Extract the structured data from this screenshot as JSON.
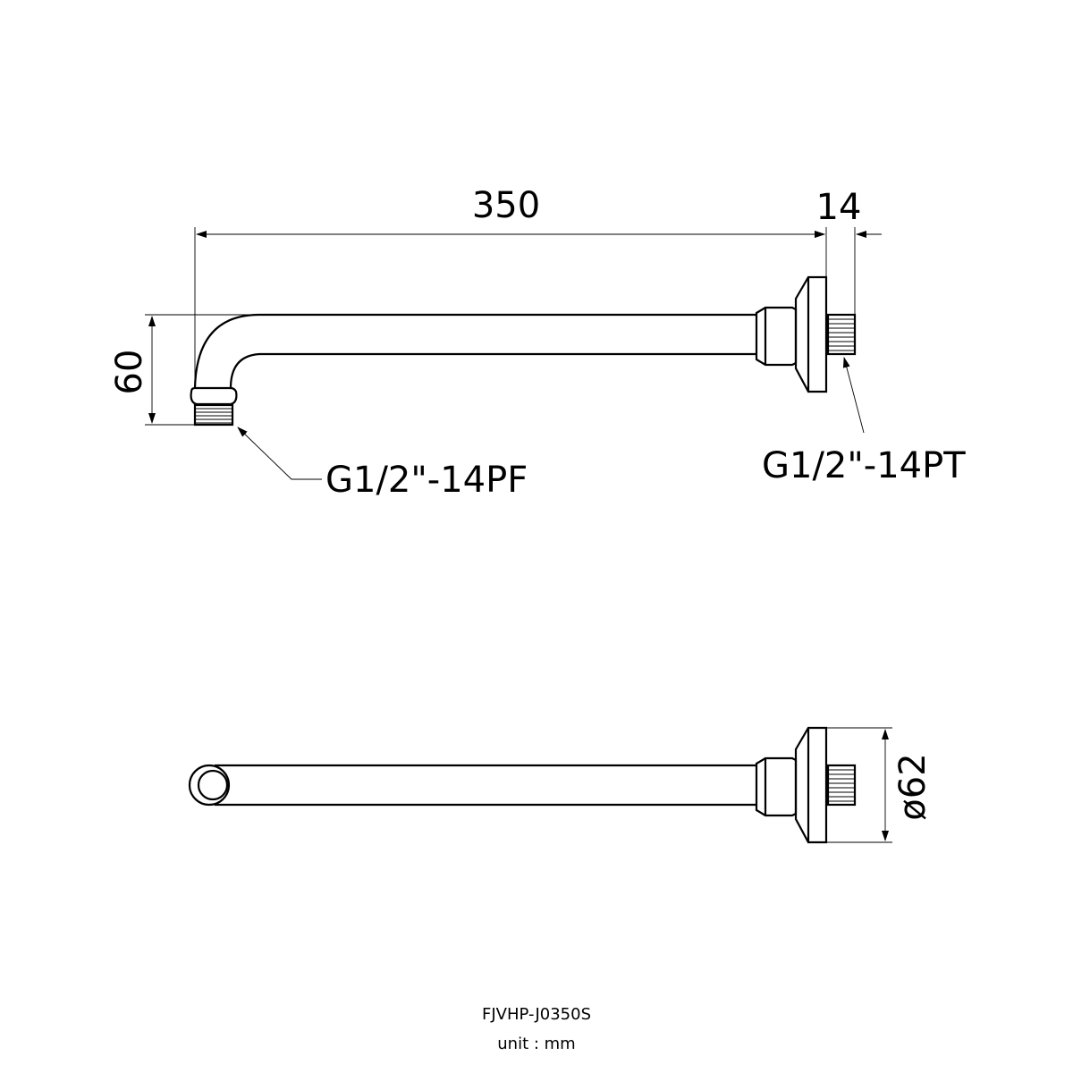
{
  "drawing": {
    "dimensions": {
      "length": "350",
      "thread_length": "14",
      "drop": "60",
      "flange_diameter": "ø62"
    },
    "thread_labels": {
      "outlet": "G1/2\"-14PF",
      "inlet": "G1/2\"-14PT"
    },
    "footer": {
      "model": "FJVHP-J0350S",
      "unit": "unit : mm"
    }
  }
}
